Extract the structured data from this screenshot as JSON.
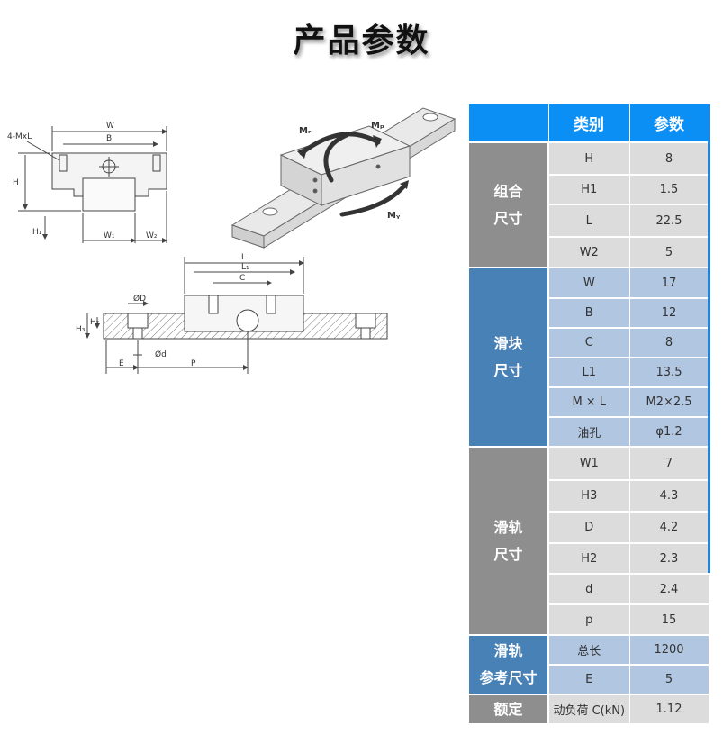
{
  "page_title": "产品参数",
  "diagram_labels": {
    "mxl": "4-MxL",
    "w": "W",
    "b": "B",
    "h": "H",
    "h1": "H₁",
    "w1": "W₁",
    "w2": "W₂",
    "mr": "Mᵣ",
    "mp": "Mₚ",
    "my": "Mᵧ",
    "l": "L",
    "l1": "L₁",
    "c": "C",
    "od": "ØD",
    "h3": "H₃",
    "h2": "H₂",
    "small_d": "Ød",
    "e": "E",
    "p": "P"
  },
  "table": {
    "headers": [
      "类别",
      "参数"
    ],
    "groups": [
      {
        "label_lines": [
          "组合",
          "尺寸"
        ],
        "rows": [
          {
            "name": "H",
            "value": "8"
          },
          {
            "name": "H1",
            "value": "1.5"
          },
          {
            "name": "L",
            "value": "22.5"
          },
          {
            "name": "W2",
            "value": "5"
          }
        ]
      },
      {
        "label_lines": [
          "滑块",
          "尺寸"
        ],
        "rows": [
          {
            "name": "W",
            "value": "17"
          },
          {
            "name": "B",
            "value": "12"
          },
          {
            "name": "C",
            "value": "8"
          },
          {
            "name": "L1",
            "value": "13.5"
          },
          {
            "name": "M × L",
            "value": "M2×2.5"
          },
          {
            "name": "油孔",
            "value": "φ1.2"
          }
        ]
      },
      {
        "label_lines": [
          "滑轨",
          "尺寸"
        ],
        "rows": [
          {
            "name": "W1",
            "value": "7"
          },
          {
            "name": "H3",
            "value": "4.3"
          },
          {
            "name": "D",
            "value": "4.2"
          },
          {
            "name": "H2",
            "value": "2.3"
          },
          {
            "name": "d",
            "value": "2.4"
          },
          {
            "name": "p",
            "value": "15"
          }
        ]
      },
      {
        "label_lines": [
          "滑轨",
          "参考尺寸"
        ],
        "rows": [
          {
            "name": "总长",
            "value": "1200"
          },
          {
            "name": "E",
            "value": "5"
          }
        ]
      },
      {
        "label_lines": [
          "额定"
        ],
        "rows": [
          {
            "name": "动负荷 C(kN)",
            "value": "1.12"
          }
        ]
      }
    ]
  },
  "colors": {
    "header_blue": "#0c8ff4",
    "group_gray": "#8e8e8e",
    "group_blue": "#4781b6",
    "cell_gray": "#dcdcdc",
    "cell_blue": "#b1c6e1"
  }
}
